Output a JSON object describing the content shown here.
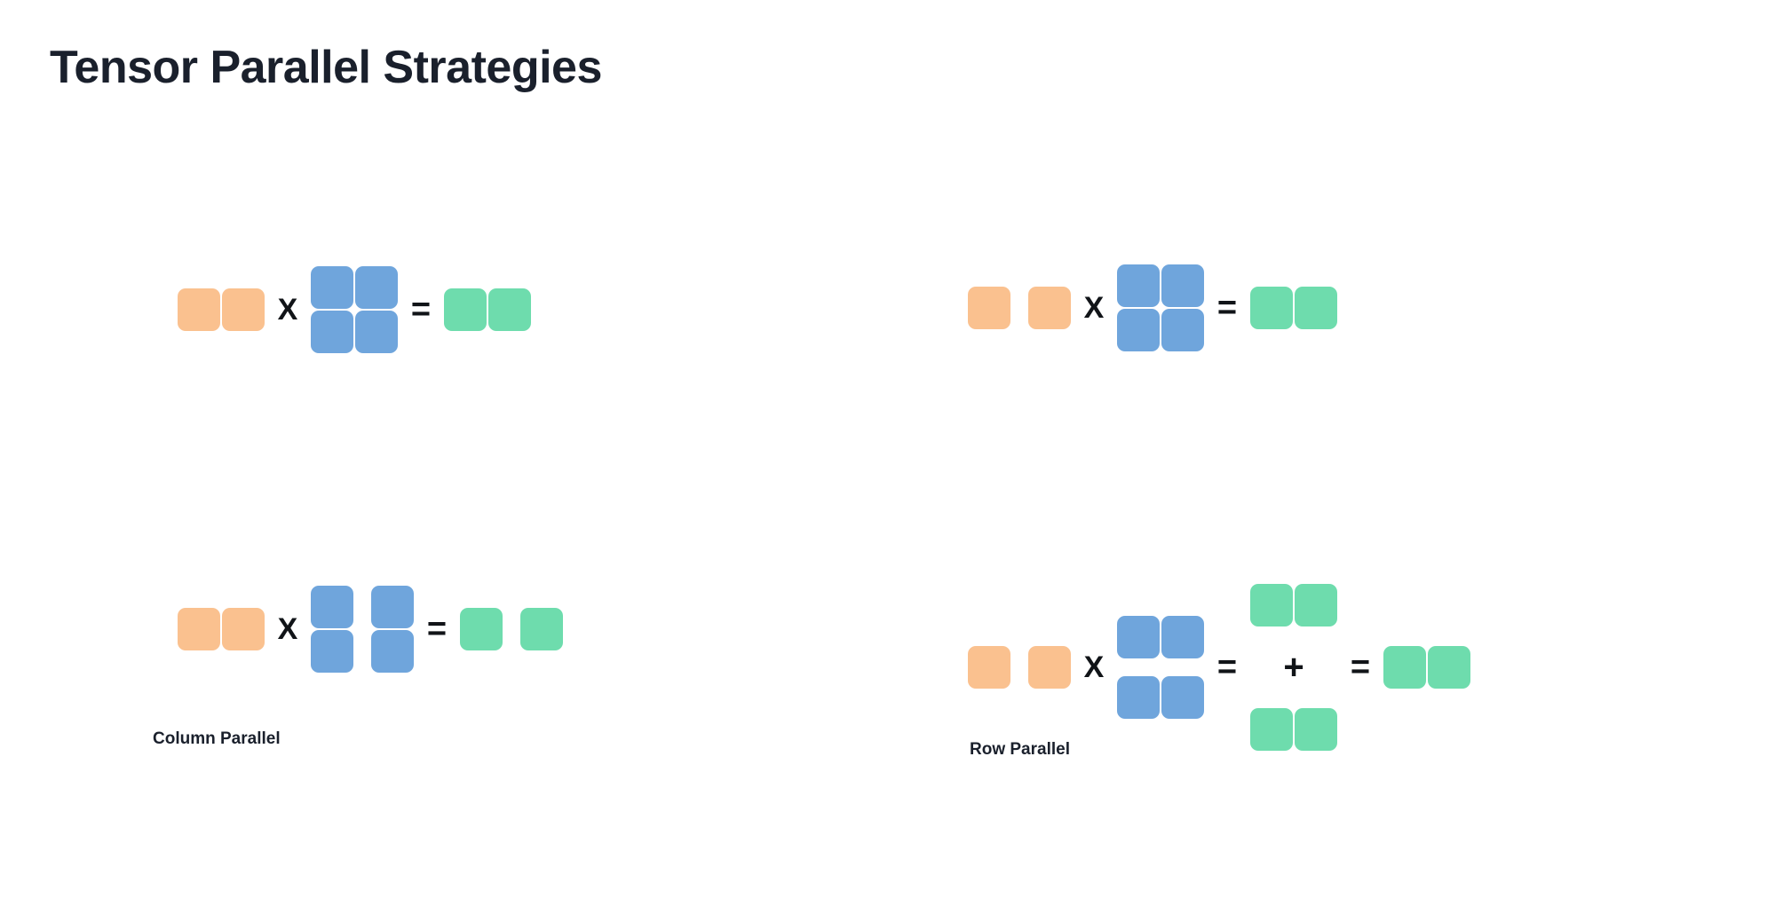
{
  "page": {
    "title": "Tensor Parallel Strategies",
    "background_color": "#ffffff",
    "title_color": "#1a202c"
  },
  "palette": {
    "input_orange": "#fac18f",
    "weight_blue": "#6fa5dc",
    "output_green": "#6edcad",
    "operator_black": "#111418"
  },
  "operators": {
    "multiply": "X",
    "equals": "=",
    "plus": "+"
  },
  "captions": {
    "column_parallel": "Column Parallel",
    "row_parallel": "Row Parallel"
  },
  "diagrams": [
    {
      "id": "column-parallel-unsharded",
      "caption_group": "Column Parallel",
      "position": "top-left",
      "description": "Full matrix multiply before sharding",
      "input": {
        "color": "input_orange",
        "rows": 1,
        "cols": 2,
        "split": "none"
      },
      "weight": {
        "color": "weight_blue",
        "rows": 2,
        "cols": 2,
        "split": "none"
      },
      "output": {
        "color": "output_green",
        "rows": 1,
        "cols": 2,
        "split": "none"
      }
    },
    {
      "id": "column-parallel-sharded",
      "caption_group": "Column Parallel",
      "position": "bottom-left",
      "description": "Weight matrix split along columns; output split along columns",
      "input": {
        "color": "input_orange",
        "rows": 1,
        "cols": 2,
        "split": "none"
      },
      "weight": {
        "color": "weight_blue",
        "rows": 2,
        "cols": 2,
        "split": "columns"
      },
      "output": {
        "color": "output_green",
        "rows": 1,
        "cols": 2,
        "split": "columns"
      }
    },
    {
      "id": "row-parallel-unsharded",
      "caption_group": "Row Parallel",
      "position": "top-right",
      "description": "Input split along columns, full weight matrix",
      "input": {
        "color": "input_orange",
        "rows": 1,
        "cols": 2,
        "split": "columns"
      },
      "weight": {
        "color": "weight_blue",
        "rows": 2,
        "cols": 2,
        "split": "none"
      },
      "output": {
        "color": "output_green",
        "rows": 1,
        "cols": 2,
        "split": "none"
      }
    },
    {
      "id": "row-parallel-sharded",
      "caption_group": "Row Parallel",
      "position": "bottom-right",
      "description": "Weight split along rows producing partial outputs summed into final result",
      "input": {
        "color": "input_orange",
        "rows": 1,
        "cols": 2,
        "split": "columns"
      },
      "weight": {
        "color": "weight_blue",
        "rows": 2,
        "cols": 2,
        "split": "rows"
      },
      "partial_outputs": [
        {
          "color": "output_green",
          "rows": 1,
          "cols": 2,
          "split": "none"
        },
        {
          "color": "output_green",
          "rows": 1,
          "cols": 2,
          "split": "none"
        }
      ],
      "final_output": {
        "color": "output_green",
        "rows": 1,
        "cols": 2,
        "split": "none"
      }
    }
  ]
}
